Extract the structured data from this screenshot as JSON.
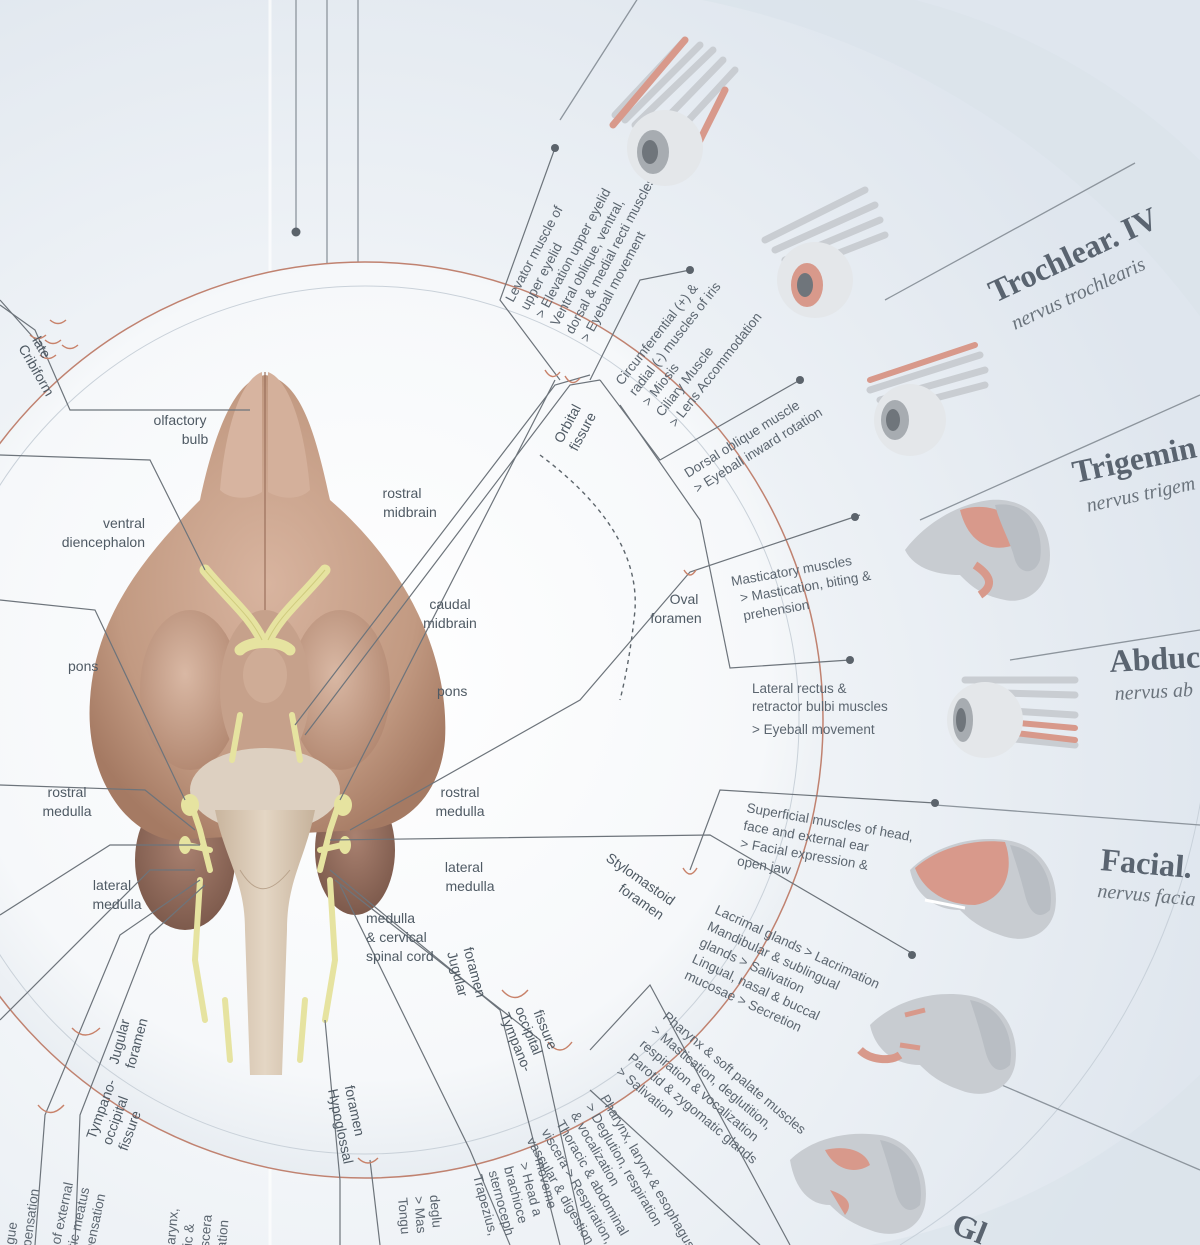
{
  "brain_labels": {
    "olfactory_bulb": [
      "olfactory",
      "bulb"
    ],
    "rostral_midbrain": [
      "rostral",
      "midbrain"
    ],
    "ventral_diencephalon": [
      "ventral",
      "diencephalon"
    ],
    "caudal_midbrain": [
      "caudal",
      "midbrain"
    ],
    "pons_left": "pons",
    "pons_right": "pons",
    "rostral_medulla_left": [
      "rostral",
      "medulla"
    ],
    "rostral_medulla_right": [
      "rostral",
      "medulla"
    ],
    "lateral_medulla_left": [
      "lateral",
      "medulla"
    ],
    "lateral_medulla_right": [
      "lateral",
      "medulla"
    ],
    "medulla_cervical": [
      "medulla",
      "& cervical",
      "spinal cord"
    ]
  },
  "foramina": {
    "cribriform": [
      "Cribiform",
      "late"
    ],
    "orbital_fissure": [
      "Orbital",
      "fissure"
    ],
    "oval_foramen": [
      "Oval",
      "foramen"
    ],
    "stylomastoid": [
      "Stylomastoid",
      "foramen"
    ],
    "jugular_right": [
      "Jugular",
      "foramen"
    ],
    "tympano_right": [
      "Tympano-",
      "occipital",
      "fissure"
    ],
    "jugular_left": [
      "Jugular",
      "foramen"
    ],
    "tympano_left": [
      "Tympano-",
      "occipital",
      "fissure"
    ],
    "hypoglossal": [
      "Hypoglossal",
      "foramen"
    ]
  },
  "functions": {
    "oculomotor": [
      "Levator muscle of",
      "upper eyelid",
      "> Elevation upper eyelid",
      "Ventral oblique, ventral,",
      "dorsal & medial recti muscles",
      "> Eyeball movement"
    ],
    "iris": [
      "Circumferential (+) &",
      "radial (-) muscles of iris",
      "> Miosis",
      "Ciliary Muscle",
      "> Lens Accommodation"
    ],
    "trochlear": [
      "Dorsal oblique muscle",
      "> Eyeball inward rotation"
    ],
    "trigeminal": [
      "Masticatory muscles",
      "> Mastication, biting &",
      "prehension"
    ],
    "abducens": [
      "Lateral rectus &",
      "retractor bulbi muscles",
      "> Eyeball movement"
    ],
    "facial_motor": [
      "Superficial muscles of head,",
      "face and external ear",
      "> Facial expression &",
      "open jaw"
    ],
    "facial_glands": [
      "Lacrimal glands > Lacrimation",
      "Mandibular & sublingual",
      "glands > Salivation",
      "Lingual, nasal & buccal",
      "mucosae > Secretion"
    ],
    "glosso": [
      "Pharynx & soft palate muscles",
      "> Mastication, deglutition,",
      "respiration & vocalization",
      "Parotid & zygomatic glands",
      "> Salivation"
    ],
    "vagus": [
      "Pharynx, larynx & esophagus",
      "> Deglution, respiration",
      "& vocalization",
      "Thoracic & abdominal",
      "viscera > Respiration,",
      "vascular & digestion"
    ],
    "accessory": [
      "Trapezius,",
      "sternoceph",
      "brachioce",
      "> Head a",
      "moveme"
    ],
    "hypoglossal_fn": [
      "Tongu",
      "> Mas",
      "deglu"
    ],
    "bottom_left_1": [
      "of external",
      "tic meatus",
      "pensation"
    ],
    "bottom_left_2": [
      "gue",
      "pensation"
    ],
    "bottom_left_3": [
      "arynx,",
      "ic &",
      "scera",
      "ation"
    ]
  },
  "nerves": [
    {
      "title": "Trochlear. IV",
      "latin": "nervus trochlearis"
    },
    {
      "title": "Trigemin",
      "latin": "nervus trigem"
    },
    {
      "title": "Abduc",
      "latin": "nervus ab"
    },
    {
      "title": "Facial.",
      "latin": "nervus facia"
    },
    {
      "title": "Gl",
      "latin": ""
    }
  ],
  "colors": {
    "background": "#e3eaf1",
    "ring_band": "#d6dee7",
    "muscle_highlight": "#d8998b",
    "nerve_yellow": "#e6e3a0",
    "brain_tan": "#c9a48c"
  }
}
